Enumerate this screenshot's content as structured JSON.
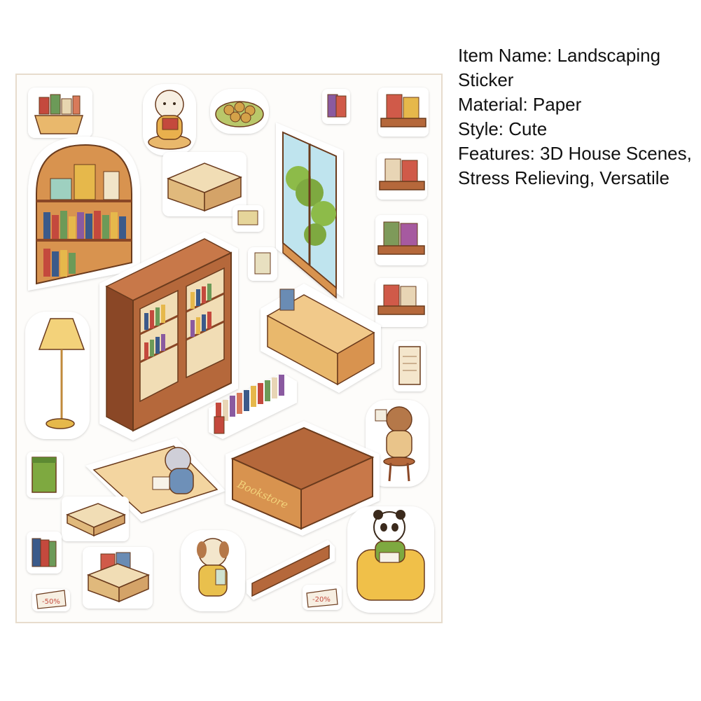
{
  "specs": {
    "item_name": "Item Name: Landscaping Sticker",
    "material": "Material: Paper",
    "style": "Style: Cute",
    "features": "Features: 3D House Scenes, Stress Relieving, Versatile"
  },
  "stickers": {
    "store_sign": "Bookstore",
    "tag_left": "-50%",
    "tag_right": "-20%"
  },
  "colors": {
    "sheet_border": "#e7dccd",
    "wood": "#b5673b",
    "wood_dark": "#8a4725",
    "wood_light": "#d8934f",
    "shelf_tan": "#e9b86c",
    "lamp_shade": "#f3d27a",
    "leaf_green": "#8dbb4a",
    "sky_blue": "#bfe4ee",
    "outline": "#6b3a1f"
  }
}
